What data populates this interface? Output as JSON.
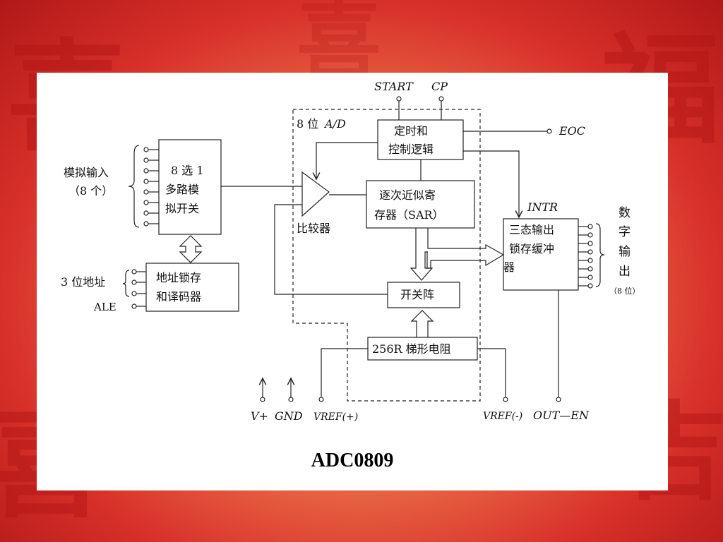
{
  "background": {
    "accent": "#d8302a",
    "watermarks": [
      "喜",
      "福",
      "喜",
      "吉",
      "喜"
    ]
  },
  "diagram": {
    "ad_label_num": "8 位",
    "ad_label_ad": "A/D",
    "start": "START",
    "cp": "CP",
    "eoc": "EOC",
    "intr": "INTR",
    "analog_input_line1": "模拟输入",
    "analog_input_line2": "（8 个）",
    "mux_line1": "8 选 1",
    "mux_line2": "多路模",
    "mux_line3": "拟开关",
    "addr_label": "3 位地址",
    "ale": "ALE",
    "latch_line1": "地址锁存",
    "latch_line2": "和译码器",
    "timing_line1": "定时和",
    "timing_line2": "控制逻辑",
    "comparator": "比较器",
    "sar_line1": "逐次近似寄",
    "sar_line2": "存器（SAR）",
    "switch_array": "开关阵",
    "ladder": "256R 梯形电阻",
    "buffer_line1": "三态输出",
    "buffer_line2": "锁存缓冲",
    "buffer_line3": "器",
    "digital_out": [
      "数",
      "字",
      "输",
      "出"
    ],
    "digital_out_count": "（8 位）",
    "vplus": "V+",
    "gnd": "GND",
    "vref_plus": "VREF(+)",
    "vref_minus": "VREF(-)",
    "out_en": "OUT—EN"
  },
  "caption": "ADC0809"
}
